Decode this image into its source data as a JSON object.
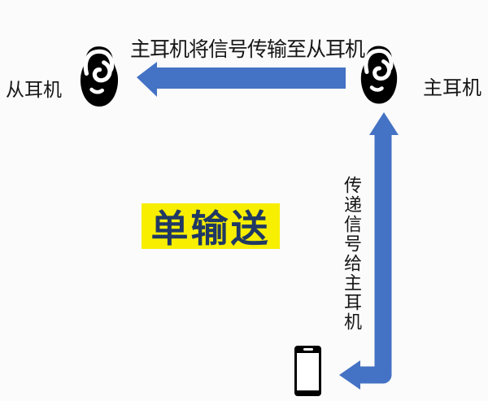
{
  "diagram": {
    "title": "主耳机将信号传输至从耳机",
    "center_label": "单输送",
    "labels": {
      "left_ear": "从耳机",
      "right_ear": "主耳机",
      "vertical_arrow": "传递信号给主耳机"
    },
    "icons": {
      "left": "ear-icon",
      "right": "ear-icon",
      "bottom": "smartphone-icon"
    },
    "arrows": [
      {
        "name": "main-to-secondary",
        "direction": "left",
        "from": "主耳机",
        "to": "从耳机"
      },
      {
        "name": "phone-to-main",
        "direction": "up-with-elbow-to-phone",
        "from": "手机",
        "to": "主耳机"
      }
    ],
    "colors": {
      "arrow": "#4472C4",
      "highlight-bg": "#F7EE00",
      "highlight-text": "#1F3864",
      "text": "#161616",
      "background": "#FBFBFB",
      "icon": "#000000"
    }
  }
}
